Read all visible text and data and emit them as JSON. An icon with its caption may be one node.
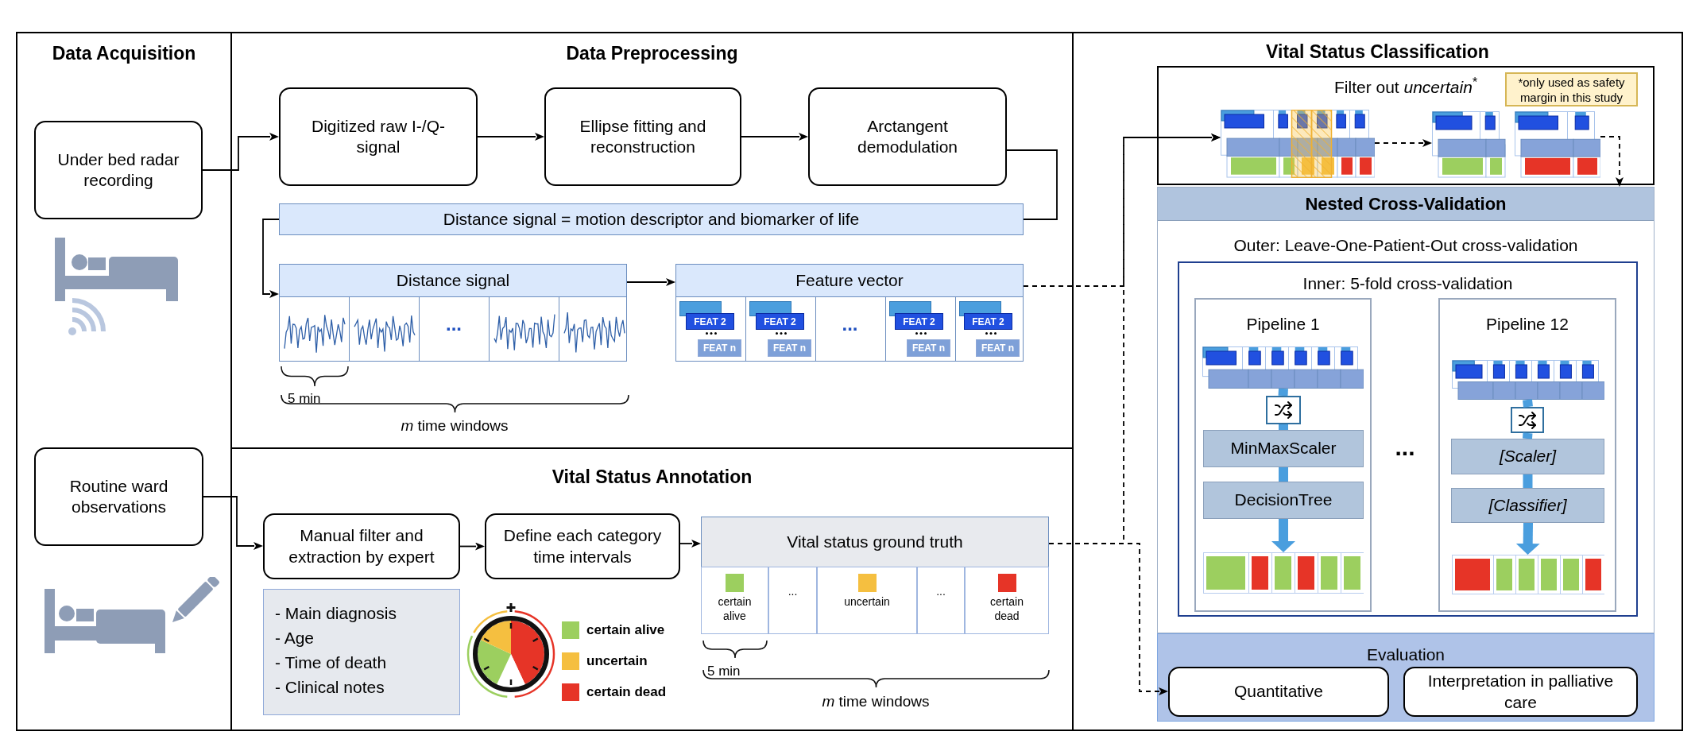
{
  "diagram": {
    "nodes": [
      {
        "text": [
          "Data Acquisition"
        ]
      },
      {
        "text": [
          "Under bed radar recording"
        ],
        "in": 0
      },
      {
        "text": [
          "Routine ward observations"
        ],
        "in": 0
      },
      {
        "text": [
          "Data Preprocessing"
        ]
      },
      {
        "text": [
          "Digitized raw I-/Q-signal"
        ],
        "in": 3
      },
      {
        "text": [
          "Ellipse fitting and reconstruction"
        ],
        "in": 3
      },
      {
        "text": [
          "Arctangent demodulation"
        ],
        "in": 3
      },
      {
        "text": [
          "Distance signal = motion descriptor and biomarker of life"
        ],
        "in": 3
      },
      {
        "text": [
          "Distance signal"
        ],
        "in": 3
      },
      {
        "text": [
          "Feature vector"
        ],
        "in": 3
      },
      {
        "text": [
          "FEAT 2"
        ],
        "in": 9
      },
      {
        "text": [
          "FEAT 2"
        ],
        "in": 9
      },
      {
        "text": [
          "FEAT 2"
        ],
        "in": 9
      },
      {
        "text": [
          "FEAT 2"
        ],
        "in": 9
      },
      {
        "text": [
          "FEAT n"
        ],
        "in": 9
      },
      {
        "text": [
          "FEAT n"
        ],
        "in": 9
      },
      {
        "text": [
          "FEAT n"
        ],
        "in": 9
      },
      {
        "text": [
          "FEAT n"
        ],
        "in": 9
      },
      {
        "text": [
          "Vital Status Annotation"
        ]
      },
      {
        "text": [
          "Manual filter and extraction by expert"
        ],
        "in": 18
      },
      {
        "text": [
          "Define each category time intervals"
        ],
        "in": 18
      },
      {
        "text": [
          "Vital status ground truth"
        ],
        "in": 18
      },
      {
        "text": [
          "certain alive"
        ],
        "in": 21
      },
      {
        "text": [
          "..."
        ],
        "in": 21
      },
      {
        "text": [
          "uncertain"
        ],
        "in": 21
      },
      {
        "text": [
          "..."
        ],
        "in": 21
      },
      {
        "text": [
          "certain dead"
        ],
        "in": 21
      },
      {
        "text": [
          "- Main diagnosis",
          "- Age",
          "- Time of death",
          "- Clinical notes"
        ],
        "in": 18
      },
      {
        "text": [
          "Vital Status Classification"
        ]
      },
      {
        "text": [
          "Filter out *uncertain*$^{*}$"
        ],
        "in": 28
      },
      {
        "text": [
          "*only used as safety margin in this study"
        ],
        "in": 29
      },
      {
        "text": [],
        "shape": "picture",
        "in": 29
      },
      {
        "text": [],
        "shape": "picture",
        "in": 29
      },
      {
        "text": [
          "Nested Cross-Validation",
          "Outer: Leave-One-Patient-Out cross-validation"
        ],
        "in": 28
      },
      {
        "text": [
          "Inner: 5-fold cross-validation"
        ],
        "in": 33
      },
      {
        "text": [
          "Pipeline 1"
        ],
        "in": 34
      },
      {
        "text": [],
        "shape": "picture",
        "in": 35
      },
      {
        "text": [],
        "shape": "box",
        "in": 35
      },
      {
        "text": [
          "MinMaxScaler"
        ],
        "in": 35
      },
      {
        "text": [
          "DecisionTree"
        ],
        "in": 35
      },
      {
        "text": [],
        "shape": "picture",
        "in": 35
      },
      {
        "text": [
          "Pipeline 12"
        ],
        "in": 34
      },
      {
        "text": [],
        "shape": "picture",
        "in": 41
      },
      {
        "text": [],
        "shape": "box",
        "in": 41
      },
      {
        "text": [
          "[Scaler]"
        ],
        "in": 41
      },
      {
        "text": [
          "[Classifier]"
        ],
        "in": 41
      },
      {
        "text": [],
        "shape": "picture",
        "in": 41
      },
      {
        "text": [
          "Evaluation"
        ],
        "in": 28
      },
      {
        "text": [
          "Quantitative"
        ],
        "in": 47
      },
      {
        "text": [
          "Interpretation in palliative care"
        ],
        "in": 47
      }
    ],
    "edges": [
      {
        "from": 1,
        "to": 4,
        "arrow": "to"
      },
      {
        "from": 4,
        "to": 5,
        "arrow": "to"
      },
      {
        "from": 5,
        "to": 6,
        "arrow": "to"
      },
      {
        "from": 6,
        "to": 7,
        "arrow": "none"
      },
      {
        "from": 7,
        "to": 8,
        "arrow": "to"
      },
      {
        "from": 8,
        "to": 9,
        "arrow": "to"
      },
      {
        "from": 9,
        "to": 31,
        "arrow": "to",
        "style": "dashed"
      },
      {
        "from": 21,
        "to": 31,
        "arrow": "to",
        "style": "dashed"
      },
      {
        "from": 21,
        "to": 48,
        "arrow": "to",
        "style": "dashed"
      },
      {
        "from": 31,
        "to": 32,
        "arrow": "to",
        "style": "dashed"
      },
      {
        "from": 32,
        "to": 33,
        "arrow": "to",
        "style": "dashed"
      },
      {
        "from": 2,
        "to": 19,
        "arrow": "to"
      },
      {
        "from": 19,
        "to": 20,
        "arrow": "to"
      },
      {
        "from": 20,
        "to": 21,
        "arrow": "to"
      },
      {
        "from": 36,
        "to": 37,
        "arrow": "none",
        "style": "thick",
        "color": "#4a9ede"
      },
      {
        "from": 37,
        "to": 38,
        "arrow": "none",
        "style": "thick",
        "color": "#4a9ede"
      },
      {
        "from": 38,
        "to": 39,
        "arrow": "none",
        "style": "thick",
        "color": "#4a9ede"
      },
      {
        "from": 39,
        "to": 40,
        "arrow": "to",
        "style": "thick",
        "color": "#4a9ede"
      },
      {
        "from": 42,
        "to": 43,
        "arrow": "none",
        "style": "thick",
        "color": "#4a9ede"
      },
      {
        "from": 43,
        "to": 44,
        "arrow": "none",
        "style": "thick",
        "color": "#4a9ede"
      },
      {
        "from": 44,
        "to": 45,
        "arrow": "none",
        "style": "thick",
        "color": "#4a9ede"
      },
      {
        "from": 45,
        "to": 46,
        "arrow": "to",
        "style": "thick",
        "color": "#4a9ede"
      }
    ],
    "labels": [
      "...",
      "...",
      "5 min",
      "*m* time windows",
      "...",
      "5 min",
      "*m* time windows"
    ],
    "legend": [
      {
        "text": "certain alive",
        "color": "#9ccf5f"
      },
      {
        "text": "uncertain",
        "color": "#f5bf40"
      },
      {
        "text": "certain dead",
        "color": "#e63427"
      }
    ]
  }
}
